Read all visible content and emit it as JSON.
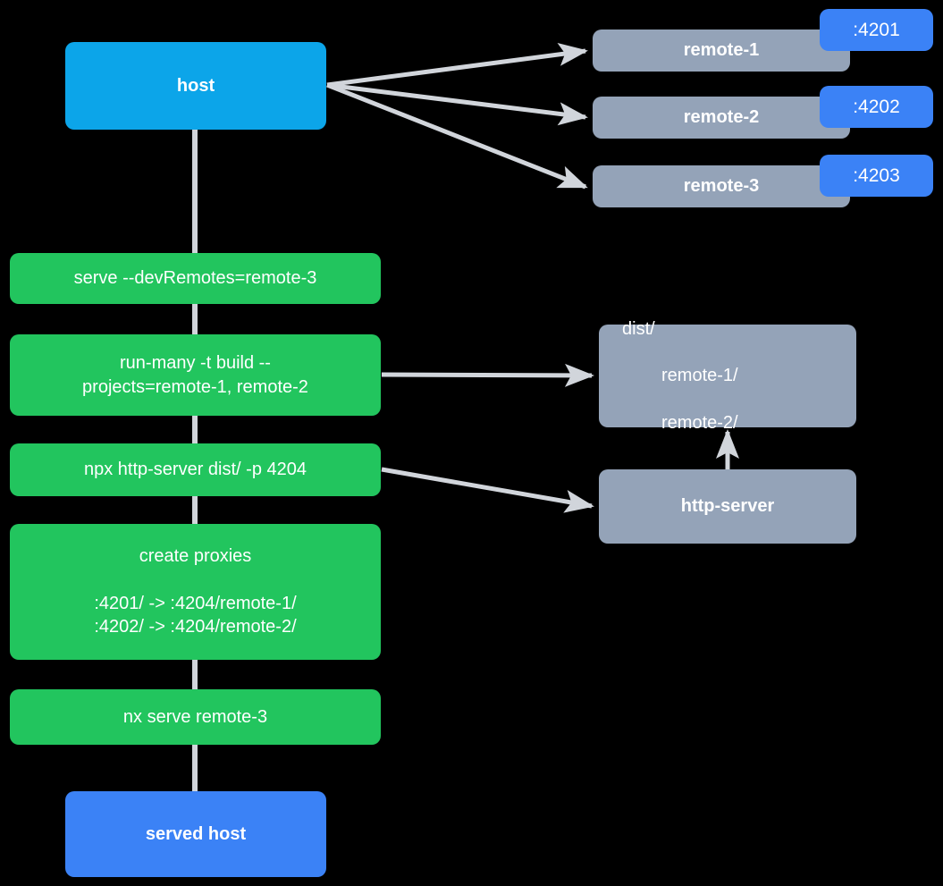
{
  "diagram": {
    "title": "nx host and remotes serve flow",
    "background": "#000000",
    "edge_color": "#d1d5db",
    "colors": {
      "host": "#0ca5e9",
      "served_host": "#3b82f6",
      "remote": "#94a3b8",
      "badge": "#3b82f6",
      "command": "#22c55e",
      "artifact": "#94a3b8",
      "text": "#ffffff"
    }
  },
  "nodes": {
    "host": {
      "label": "host"
    },
    "served_host": {
      "label": "served host"
    },
    "remotes": [
      {
        "label": "remote-1",
        "port": ":4201"
      },
      {
        "label": "remote-2",
        "port": ":4202"
      },
      {
        "label": "remote-3",
        "port": ":4203"
      }
    ],
    "commands": [
      {
        "label": "serve --devRemotes=remote-3"
      },
      {
        "label": "run-many -t build --\nprojects=remote-1, remote-2"
      },
      {
        "label": "npx http-server dist/ -p 4204"
      },
      {
        "label": "create proxies\n\n:4201/ -> :4204/remote-1/\n:4202/ -> :4204/remote-2/"
      },
      {
        "label": "nx serve remote-3"
      }
    ],
    "dist": {
      "line1": "dist/",
      "line2": "remote-1/",
      "line3": "remote-2/"
    },
    "http_server": {
      "label": "http-server"
    }
  }
}
